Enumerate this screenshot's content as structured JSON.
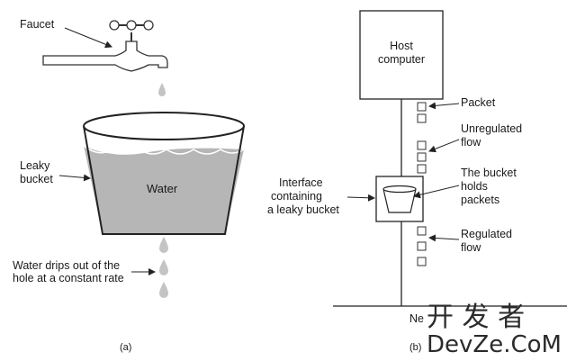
{
  "figure_a": {
    "faucet_label": "Faucet",
    "bucket_label": [
      "Leaky",
      "bucket"
    ],
    "water_label": "Water",
    "drip_label": [
      "Water drips out of the",
      "hole at a constant rate"
    ],
    "caption": "(a)"
  },
  "figure_b": {
    "host_label": [
      "Host",
      "computer"
    ],
    "packet_label": "Packet",
    "unregulated_label": [
      "Unregulated",
      "flow"
    ],
    "holds_label": [
      "The bucket",
      "holds",
      "packets"
    ],
    "interface_label": [
      "Interface",
      "containing",
      "a leaky bucket"
    ],
    "regulated_label": [
      "Regulated",
      "flow"
    ],
    "network_label": "Ne",
    "caption": "(b)"
  },
  "watermark": {
    "line1": "开 发 者",
    "line2": "DevZe.CoM"
  }
}
